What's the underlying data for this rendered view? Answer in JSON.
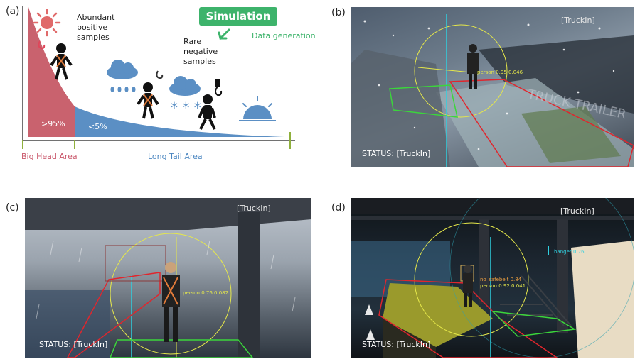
{
  "panels": {
    "a": {
      "label": "(a)",
      "sim_badge": "Simulation",
      "data_generation": "Data generation",
      "abundant": "Abundant positive samples",
      "rare": "Rare negative samples",
      "head_pct": ">95%",
      "tail_pct": "<5%",
      "head_area": "Big Head Area",
      "tail_area": "Long Tail Area",
      "colors": {
        "head": "#c9626e",
        "tail": "#5b8fc4",
        "green": "#3db36b",
        "head_text": "#c9566a",
        "tail_text": "#4b86c0"
      }
    },
    "b": {
      "label": "(b)",
      "tag": "[TruckIn]",
      "status": "STATUS:  [TruckIn]",
      "det1": "person  0.95  0.046",
      "truck_text": "TRUCK TRAILER"
    },
    "c": {
      "label": "(c)",
      "tag": "[TruckIn]",
      "status": "STATUS:  [TruckIn]",
      "det1": "person  0.76  0.082"
    },
    "d": {
      "label": "(d)",
      "tag": "[TruckIn]",
      "status": "STATUS:  [TruckIn]",
      "det1": "no_safebelt  0.84",
      "det2": "person  0.92  0.041",
      "det3": "hanger  0.76"
    }
  }
}
